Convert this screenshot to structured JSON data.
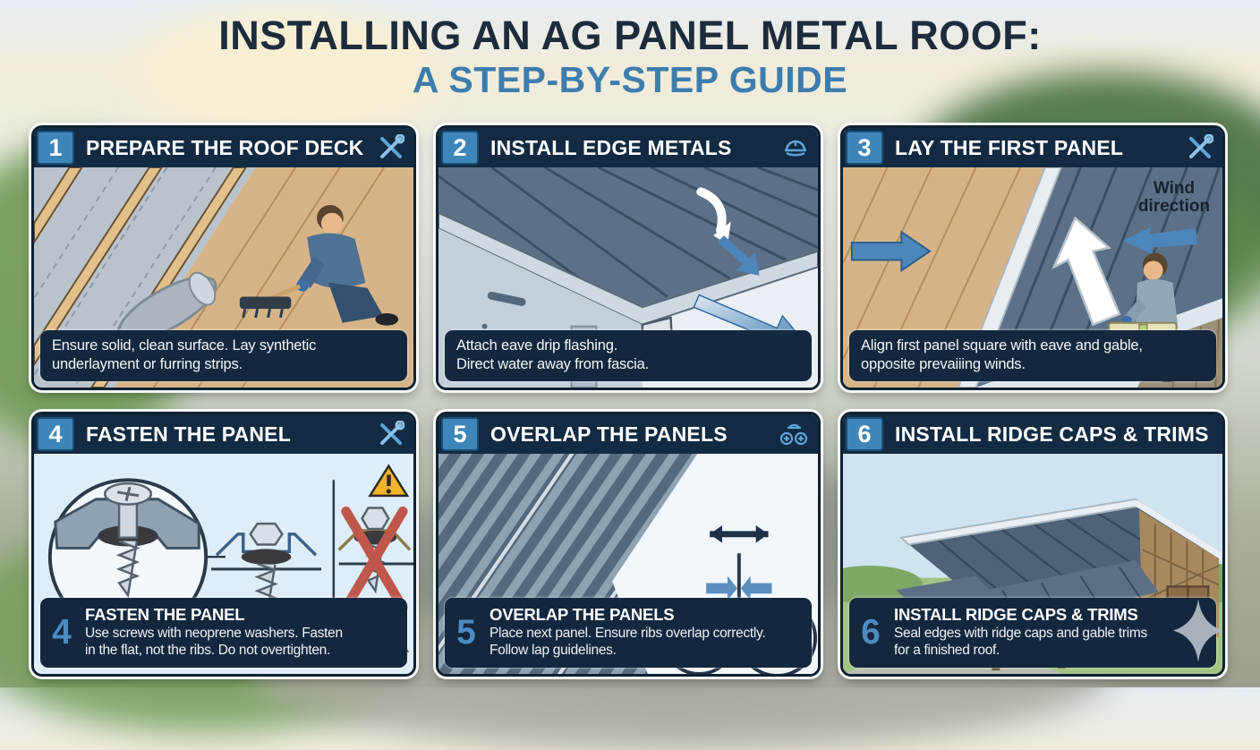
{
  "hero": {
    "line1": "INSTALLING AN AG PANEL METAL ROOF:",
    "line2": "A STEP-BY-STEP GUIDE"
  },
  "colors": {
    "header_navy": "#122b42",
    "badge_blue": "#3e86ba",
    "title_navy": "#1d2c3c",
    "subtitle_blue": "#3d7dad",
    "caption_navy": "#13283e",
    "icon_blue": "#5fa4d8",
    "arrow_blue": "#4d86bb",
    "warning_yellow": "#f2b229",
    "error_red": "#c0574b",
    "metal_roof": "#5c7187",
    "plywood_tan": "#d7b487"
  },
  "icons": {
    "step1_header": "crossed-tools-icon",
    "step2_header": "hard-hat-icon",
    "step3_header": "crossed-tools-icon",
    "step4_header": "crossed-tools-icon",
    "step5_header": "fasteners-icon",
    "step6_footer": "sparkle-icon"
  },
  "steps": [
    {
      "number": "1",
      "title": "PREPARE THE ROOF DECK",
      "caption": "Ensure solid, clean surface. Lay synthetic\nunderlayment or furring strips."
    },
    {
      "number": "2",
      "title": "INSTALL EDGE METALS",
      "caption": "Attach eave drip flashing.\nDirect water away from fascia."
    },
    {
      "number": "3",
      "title": "LAY THE FIRST PANEL",
      "annotation": "Wind direction",
      "caption": "Align first panel square with eave and gable,\nopposite prevaiiing winds."
    },
    {
      "number": "4",
      "title": "FASTEN THE PANEL",
      "footer_title": "FASTEN THE PANEL",
      "caption": "Use screws with neoprene washers. Fasten\nin the flat, not the ribs. Do not overtighten."
    },
    {
      "number": "5",
      "title": "OVERLAP THE PANELS",
      "footer_title": "OVERLAP THE PANELS",
      "caption": "Place next panel. Ensure ribs overlap correctly.\nFollow lap guidelines."
    },
    {
      "number": "6",
      "title": "INSTALL RIDGE CAPS & TRIMS",
      "footer_title": "INSTALL RIDGE CAPS & TRIMS",
      "caption": "Seal edges with ridge caps and gable trims\nfor a finished roof."
    }
  ]
}
